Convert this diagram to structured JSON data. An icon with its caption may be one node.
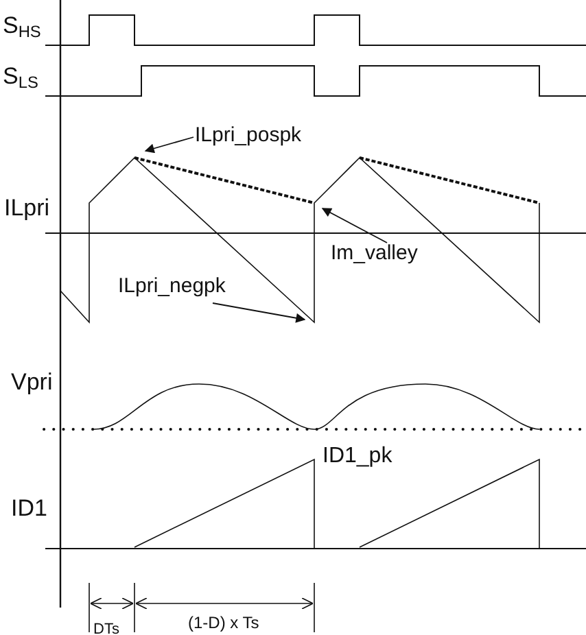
{
  "diagram": {
    "nodes": [
      {
        "text": [
          "ILpri_pospk"
        ]
      },
      {
        "text": [
          "Im_valley"
        ]
      },
      {
        "text": [
          "ILpri_negpk"
        ]
      }
    ],
    "edges": [
      {
        "from": 0,
        "to": null,
        "arrow": "to"
      },
      {
        "from": 1,
        "to": null,
        "arrow": "to"
      },
      {
        "from": 2,
        "to": null,
        "arrow": "to"
      }
    ],
    "labels": [
      "S$_{HS}$",
      "S$_{LS}$",
      "ILpri",
      "Vpri",
      "ID1_pk",
      "ID1",
      "DTs",
      "(1-D) x Ts"
    ]
  }
}
